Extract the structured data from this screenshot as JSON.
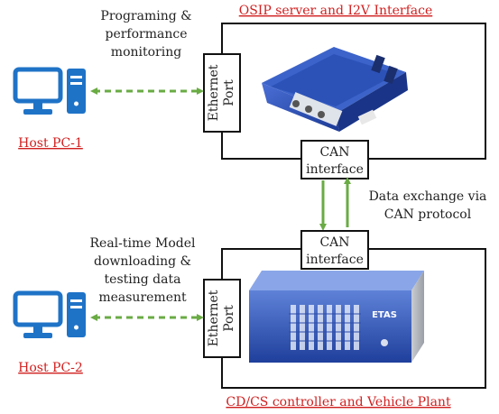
{
  "top_block": {
    "title": "OSIP server and I2V Interface",
    "port_line1": "Ethernet",
    "port_line2": "Port",
    "can_line1": "CAN",
    "can_line2": "interface"
  },
  "bottom_block": {
    "title": "CD/CS controller and Vehicle Plant",
    "port_line1": "Ethernet",
    "port_line2": "Port",
    "can_line1": "CAN",
    "can_line2": "interface",
    "device_brand": "ETAS"
  },
  "host1": {
    "label": "Host PC-1",
    "link_line1": "Programing &",
    "link_line2": "performance",
    "link_line3": "monitoring"
  },
  "host2": {
    "label": "Host PC-2",
    "link_line1": "Real-time Model",
    "link_line2": "downloading &",
    "link_line3": "testing data",
    "link_line4": "measurement"
  },
  "can_link": {
    "line1": "Data exchange via",
    "line2": "CAN protocol"
  },
  "colors": {
    "accent_green": "#6aab44",
    "pc_blue": "#1f73c7",
    "title_red": "#d11f1f",
    "device_blue": "#2f55b8"
  }
}
